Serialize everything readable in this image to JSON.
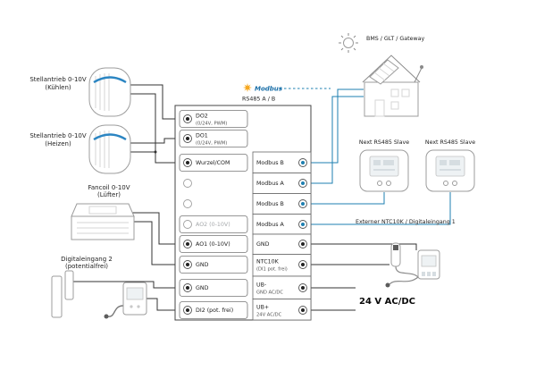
{
  "colors": {
    "wire": "#333333",
    "bus": "#1d7fb0",
    "modbus_star": "#f6a821",
    "modbus_text": "#1a6fa8"
  },
  "left_devices": [
    {
      "label": "Stellantrieb 0-10V",
      "sublabel": "(Kühlen)"
    },
    {
      "label": "Stellantrieb 0-10V",
      "sublabel": "(Heizen)"
    },
    {
      "label": "Fancoil 0-10V",
      "sublabel": "(Lüfter)"
    },
    {
      "label": "Digitaleingang 2",
      "sublabel": "(potentialfrei)"
    }
  ],
  "controller": {
    "left_terminals": [
      {
        "label": "DO2",
        "sublabel": "(0/24V, PWM)"
      },
      {
        "label": "DO1",
        "sublabel": "(0/24V, PWM)"
      },
      {
        "label": "Wurzel/COM",
        "sublabel": ""
      },
      {
        "label": "",
        "sublabel": ""
      },
      {
        "label": "",
        "sublabel": ""
      },
      {
        "label": "AO2 (0-10V)",
        "sublabel": ""
      },
      {
        "label": "AO1 (0-10V)",
        "sublabel": ""
      },
      {
        "label": "GND",
        "sublabel": ""
      },
      {
        "label": "GND",
        "sublabel": ""
      },
      {
        "label": "DI2 (pot. frei)",
        "sublabel": ""
      }
    ],
    "right_terminals": [
      {
        "label": "Modbus B",
        "sublabel": ""
      },
      {
        "label": "Modbus A",
        "sublabel": ""
      },
      {
        "label": "Modbus B",
        "sublabel": ""
      },
      {
        "label": "Modbus A",
        "sublabel": ""
      },
      {
        "label": "GND",
        "sublabel": ""
      },
      {
        "label": "NTC10K",
        "sublabel": "(DI1 pot. frei)"
      },
      {
        "label": "UB-",
        "sublabel": "GND AC/DC"
      },
      {
        "label": "UB+",
        "sublabel": "24V AC/DC"
      }
    ]
  },
  "bus": {
    "brand": "Modbus",
    "rs485": "RS485 A / B"
  },
  "gateway": {
    "label": "BMS / GLT / Gateway"
  },
  "slaves": [
    {
      "label": "Next RS485 Slave"
    },
    {
      "label": "Next RS485 Slave"
    }
  ],
  "external_input": {
    "label": "Externer NTC10K / Digitaleingang 1"
  },
  "power": {
    "label": "24 V AC/DC"
  }
}
